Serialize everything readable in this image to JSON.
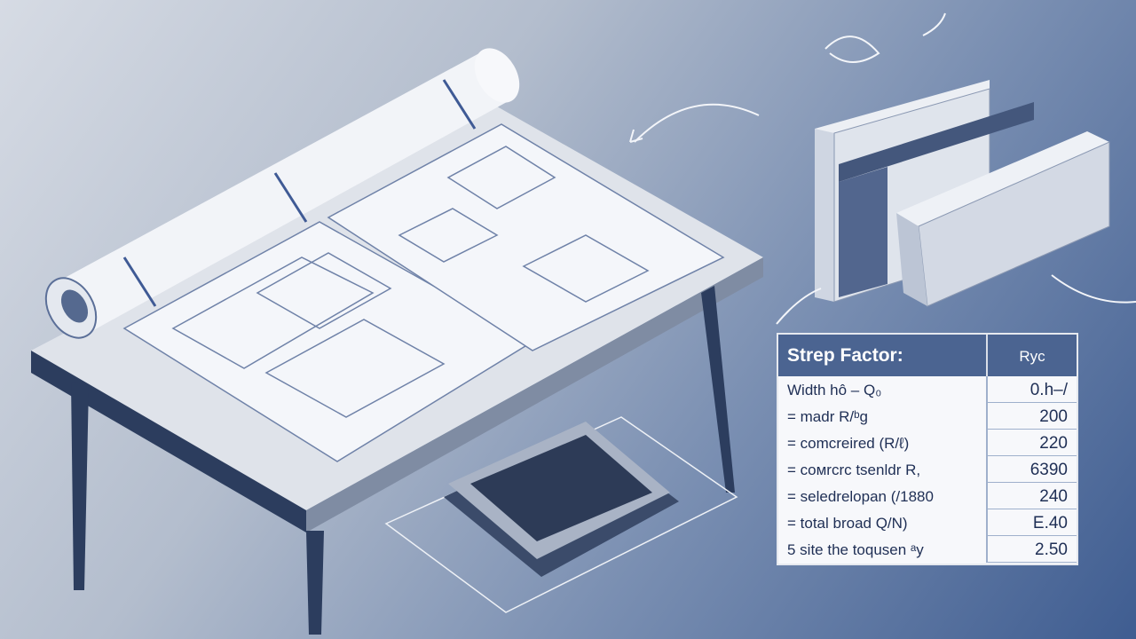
{
  "table": {
    "header": {
      "label": "Strep Factor:",
      "value": "Ryc"
    },
    "rows": [
      {
        "label": "Width hô – Q₀",
        "value": "0.h–/"
      },
      {
        "label": "=  madr R/ᵇg",
        "value": "200"
      },
      {
        "label": "=  comcreired (R/ℓ)",
        "value": "220"
      },
      {
        "label": "=  coмrcrc tsenldr R,",
        "value": "6390"
      },
      {
        "label": "=  seledrelopan (/1880",
        "value": "240"
      },
      {
        "label": "=  total broad Q/N)",
        "value": "E.40"
      },
      {
        "label": "5  site the toqusen ᵃy",
        "value": "2.50"
      }
    ]
  },
  "colors": {
    "header_bg": "#4b6491",
    "ink": "#1f2f55"
  }
}
